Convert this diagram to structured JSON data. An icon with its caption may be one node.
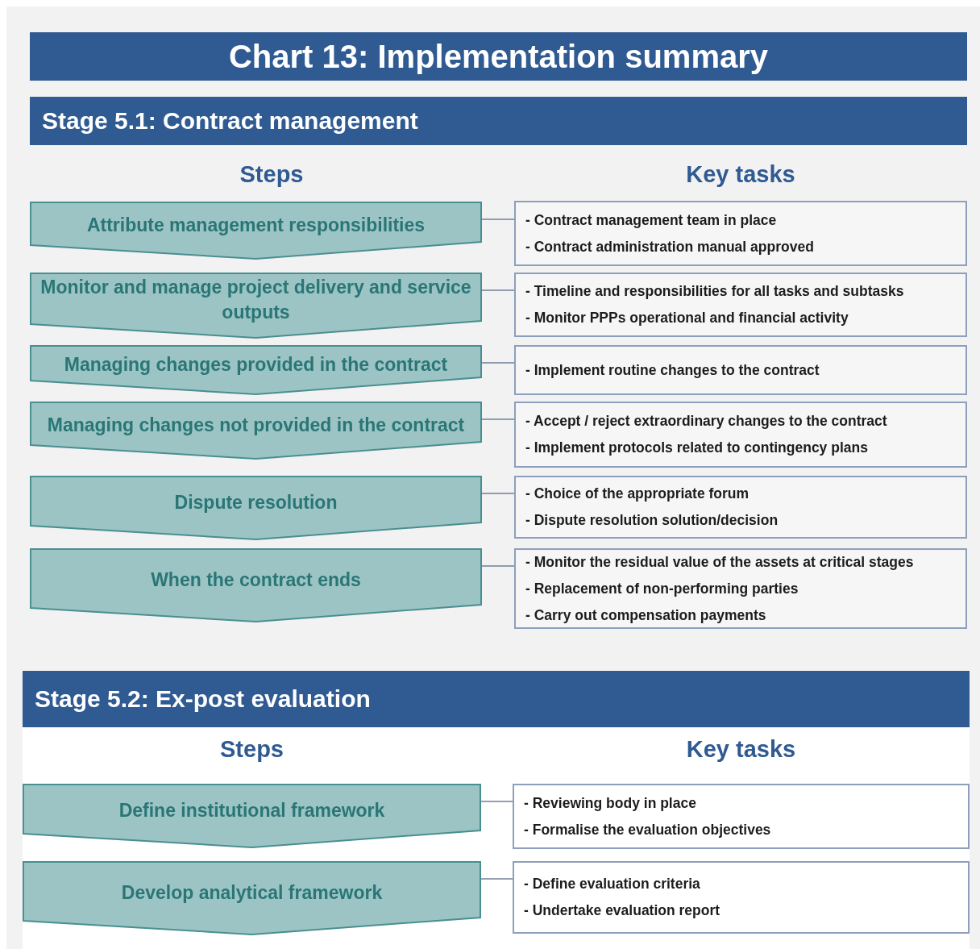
{
  "diagram": {
    "nodes": [
      {
        "text": [
          "Chart 13: Implementation summary"
        ]
      },
      {
        "text": [
          "Stage 5.1:  Contract management"
        ]
      },
      {
        "text": [
          "Attribute management responsibilities"
        ]
      },
      {
        "text": [
          "- Contract management team in place",
          "- Contract administration manual approved"
        ]
      },
      {
        "text": [
          "Monitor and manage project delivery and service outputs"
        ]
      },
      {
        "text": [
          "- Timeline and responsibilities for all tasks and subtasks",
          "- Monitor PPPs operational and financial activity"
        ]
      },
      {
        "text": [
          "Managing changes provided in the contract"
        ]
      },
      {
        "text": [
          "- Implement routine changes to the contract"
        ]
      },
      {
        "text": [
          "Managing changes not provided in the contract"
        ]
      },
      {
        "text": [
          "- Accept / reject extraordinary changes to the contract",
          "- Implement protocols related to contingency plans"
        ]
      },
      {
        "text": [
          "Dispute resolution"
        ]
      },
      {
        "text": [
          "- Choice of the appropriate forum",
          "- Dispute resolution solution/decision"
        ]
      },
      {
        "text": [
          "When the contract ends"
        ]
      },
      {
        "text": [
          "- Monitor the residual value of the assets at critical stages",
          "- Replacement of non-performing parties",
          "- Carry out compensation payments"
        ]
      },
      {
        "text": [
          "Stage 5.2:  Ex-post evaluation"
        ]
      },
      {
        "text": [
          "Define institutional framework"
        ]
      },
      {
        "text": [
          "- Reviewing body in place",
          "- Formalise the evaluation objectives"
        ]
      },
      {
        "text": [
          "Develop analytical framework"
        ]
      },
      {
        "text": [
          "- Define evaluation criteria",
          "- Undertake evaluation report"
        ]
      }
    ],
    "edges": [
      {
        "from": 2,
        "to": 3,
        "arrow": "none"
      },
      {
        "from": 4,
        "to": 5,
        "arrow": "none"
      },
      {
        "from": 6,
        "to": 7,
        "arrow": "none"
      },
      {
        "from": 8,
        "to": 9,
        "arrow": "none"
      },
      {
        "from": 10,
        "to": 11,
        "arrow": "none"
      },
      {
        "from": 12,
        "to": 13,
        "arrow": "none"
      },
      {
        "from": 15,
        "to": 16,
        "arrow": "none"
      },
      {
        "from": 17,
        "to": 18,
        "arrow": "none"
      }
    ],
    "labels": [
      "Steps",
      "Key tasks",
      "Steps",
      "Key tasks"
    ]
  }
}
